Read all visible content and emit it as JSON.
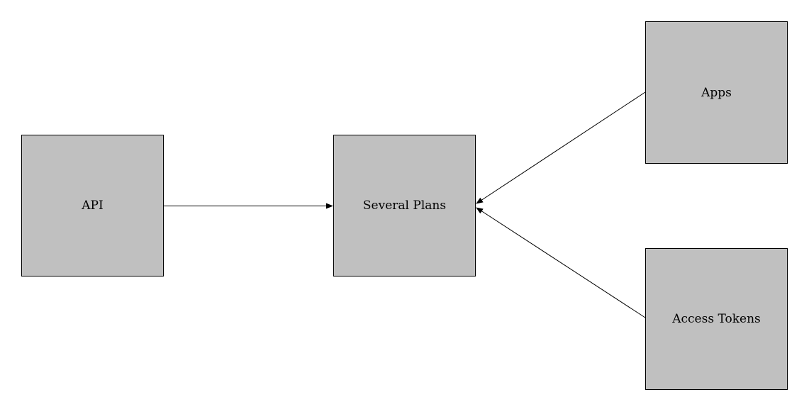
{
  "diagram": {
    "type": "flow-diagram",
    "background_color": "#ffffff",
    "node_fill_color": "#c0c0c0",
    "node_border_color": "#000000",
    "edge_color": "#000000",
    "nodes": [
      {
        "id": "api",
        "label": "API"
      },
      {
        "id": "several_plans",
        "label": "Several Plans"
      },
      {
        "id": "apps",
        "label": "Apps"
      },
      {
        "id": "access_tokens",
        "label": "Access Tokens"
      }
    ],
    "edges": [
      {
        "from": "API",
        "to": "Several Plans",
        "direction": "left-to-right"
      },
      {
        "from": "Apps",
        "to": "Several Plans",
        "direction": "right-to-left"
      },
      {
        "from": "Access Tokens",
        "to": "Several Plans",
        "direction": "right-to-left"
      }
    ]
  }
}
